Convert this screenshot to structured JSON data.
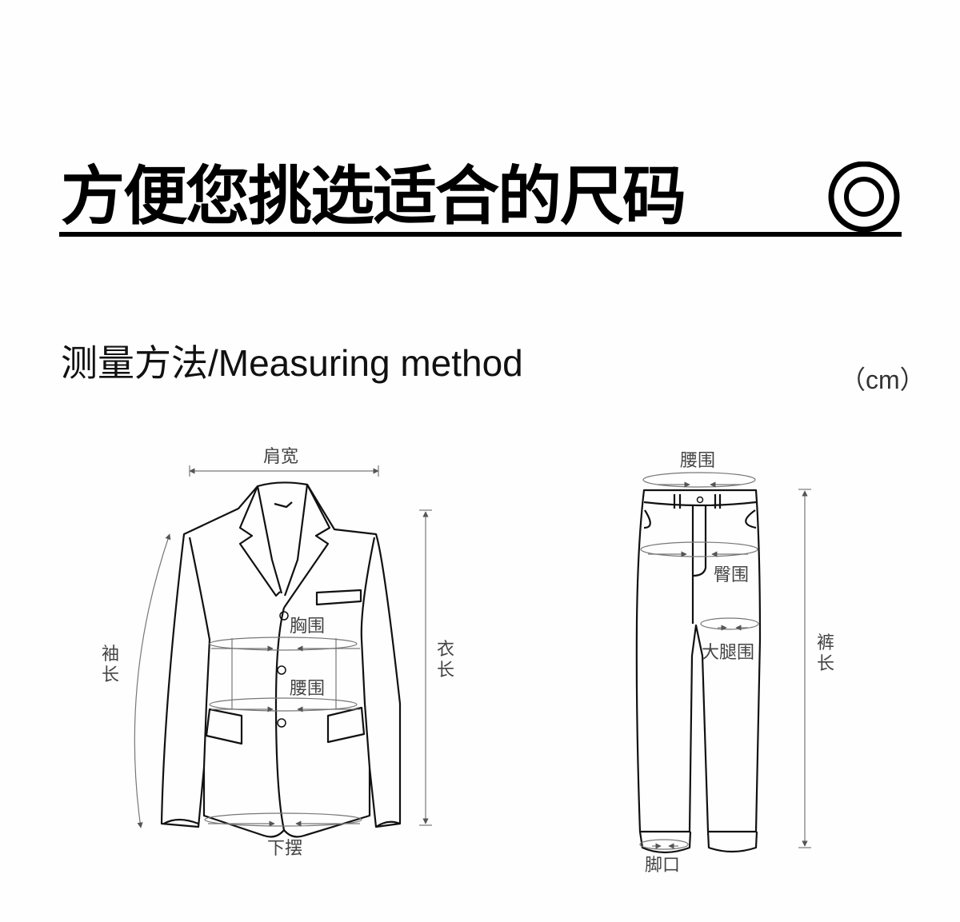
{
  "header": {
    "title": "方便您挑选适合的尺码",
    "icon": "target-icon"
  },
  "section": {
    "subtitle": "测量方法/Measuring method",
    "unit": "（cm）"
  },
  "jacket": {
    "labels": {
      "shoulder": "肩宽",
      "chest": "胸围",
      "waist": "腰围",
      "hem": "下摆",
      "sleeve_1": "袖",
      "sleeve_2": "长",
      "length_1": "衣",
      "length_2": "长"
    }
  },
  "pants": {
    "labels": {
      "waist": "腰围",
      "hip": "臀围",
      "thigh": "大腿围",
      "leg_opening": "脚口",
      "length_1": "裤",
      "length_2": "长"
    }
  },
  "colors": {
    "ink": "#000000",
    "label": "#444444",
    "guide": "#777777",
    "background": "#fefefe"
  }
}
